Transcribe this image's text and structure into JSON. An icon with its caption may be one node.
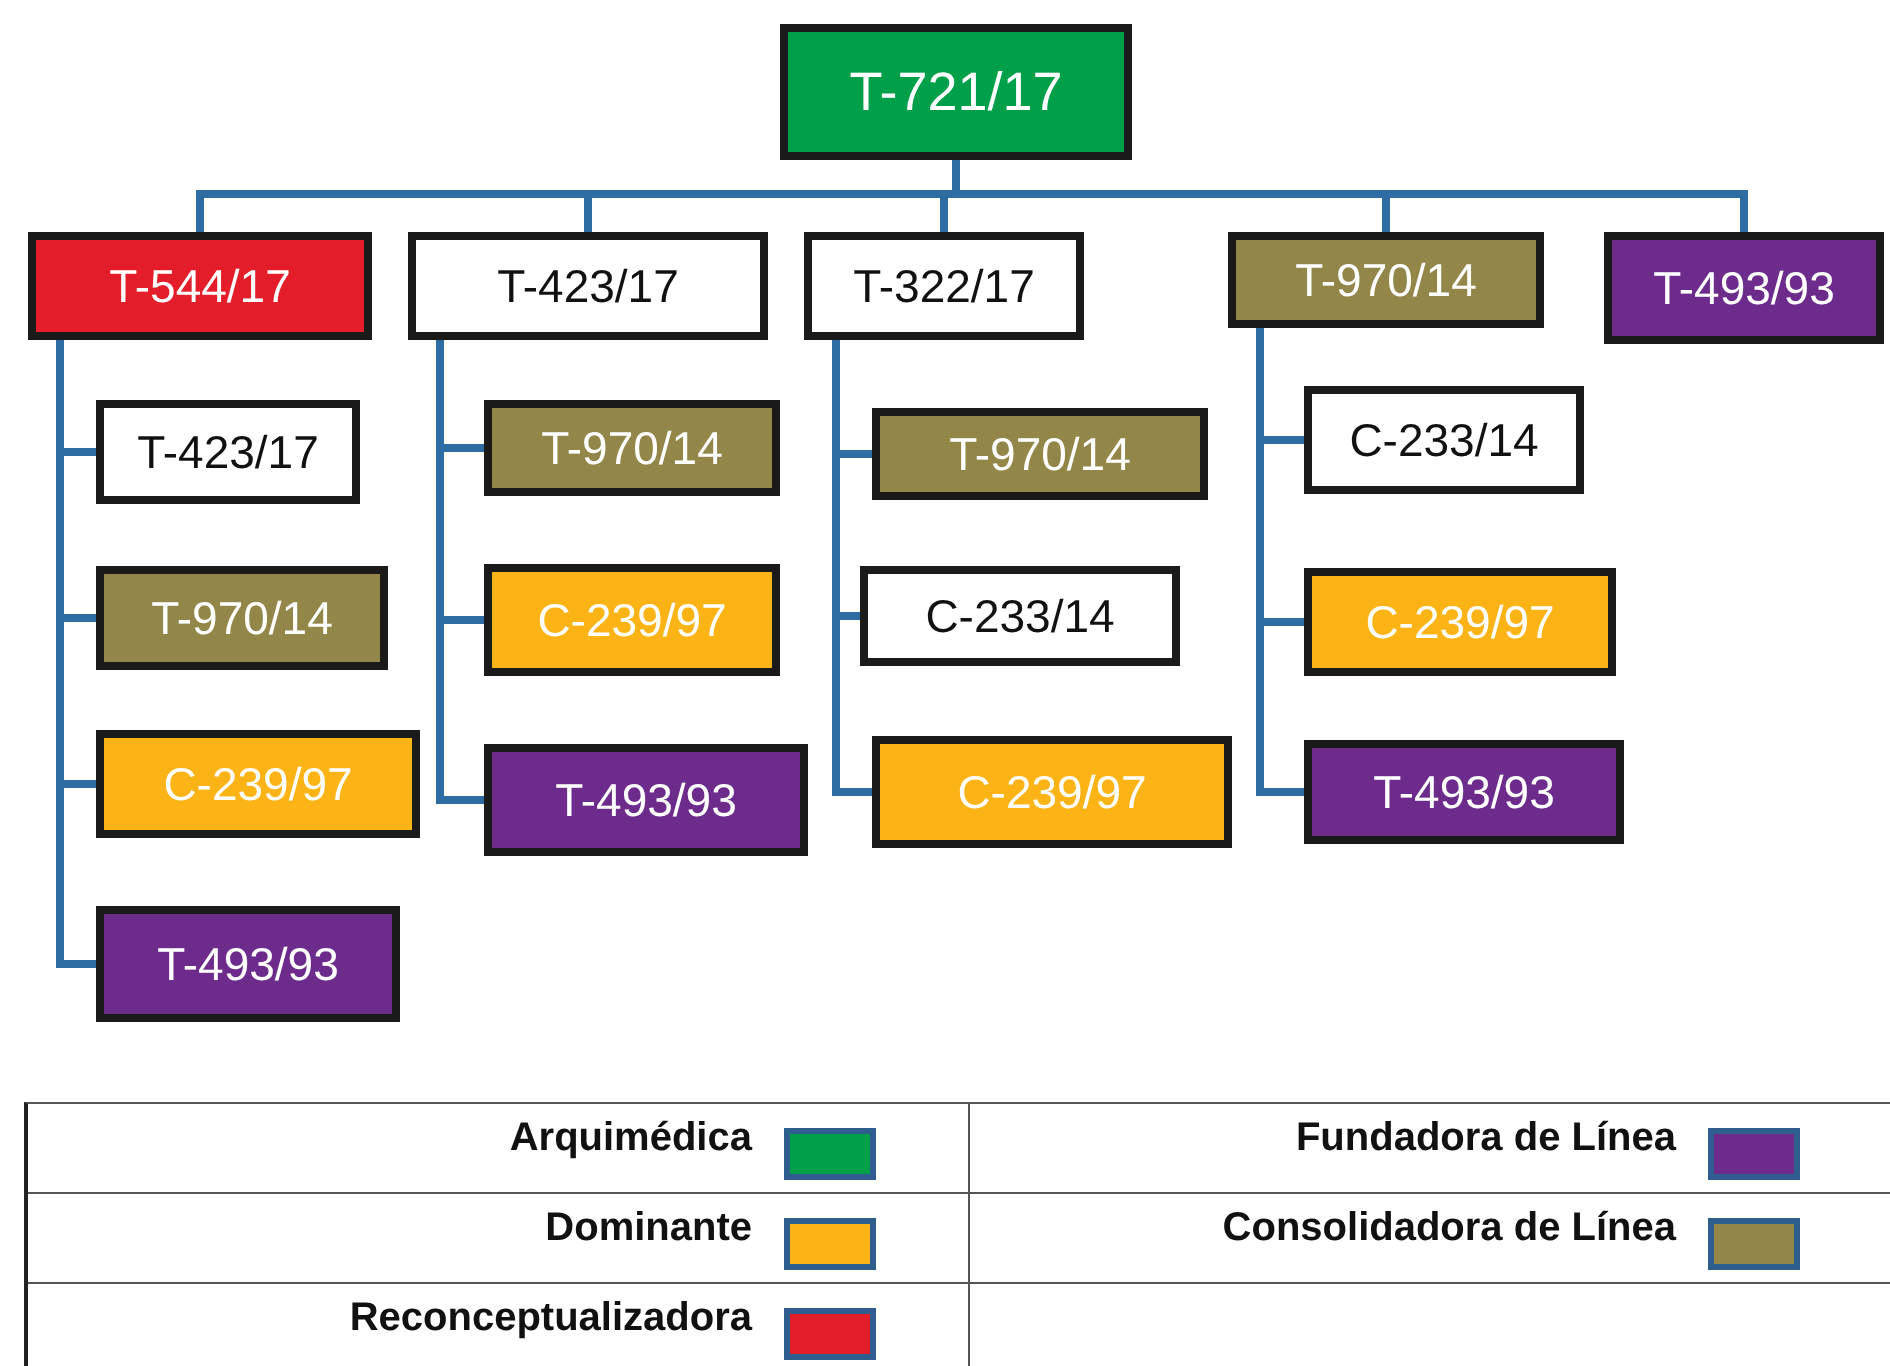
{
  "diagram": {
    "nodes": [
      {
        "text": [
          "T-721/17"
        ]
      },
      {
        "text": [
          "T-544/17"
        ]
      },
      {
        "text": [
          "T-423/17"
        ]
      },
      {
        "text": [
          "T-322/17"
        ]
      },
      {
        "text": [
          "T-970/14"
        ]
      },
      {
        "text": [
          "T-493/93"
        ]
      },
      {
        "text": [
          "T-423/17"
        ]
      },
      {
        "text": [
          "T-970/14"
        ]
      },
      {
        "text": [
          "C-239/97"
        ]
      },
      {
        "text": [
          "T-493/93"
        ]
      },
      {
        "text": [
          "T-970/14"
        ]
      },
      {
        "text": [
          "C-239/97"
        ]
      },
      {
        "text": [
          "T-493/93"
        ]
      },
      {
        "text": [
          "T-970/14"
        ]
      },
      {
        "text": [
          "C-233/14"
        ]
      },
      {
        "text": [
          "C-239/97"
        ]
      },
      {
        "text": [
          "C-233/14"
        ]
      },
      {
        "text": [
          "C-239/97"
        ]
      },
      {
        "text": [
          "T-493/93"
        ]
      }
    ],
    "edges": [
      {
        "from": 0,
        "to": 1,
        "arrow": "none"
      },
      {
        "from": 0,
        "to": 2,
        "arrow": "none"
      },
      {
        "from": 0,
        "to": 3,
        "arrow": "none"
      },
      {
        "from": 0,
        "to": 4,
        "arrow": "none"
      },
      {
        "from": 0,
        "to": 5,
        "arrow": "none"
      },
      {
        "from": 1,
        "to": 6,
        "arrow": "none"
      },
      {
        "from": 1,
        "to": 7,
        "arrow": "none"
      },
      {
        "from": 1,
        "to": 8,
        "arrow": "none"
      },
      {
        "from": 1,
        "to": 9,
        "arrow": "none"
      },
      {
        "from": 2,
        "to": 10,
        "arrow": "none"
      },
      {
        "from": 2,
        "to": 11,
        "arrow": "none"
      },
      {
        "from": 2,
        "to": 12,
        "arrow": "none"
      },
      {
        "from": 3,
        "to": 13,
        "arrow": "none"
      },
      {
        "from": 3,
        "to": 14,
        "arrow": "none"
      },
      {
        "from": 3,
        "to": 15,
        "arrow": "none"
      },
      {
        "from": 4,
        "to": 16,
        "arrow": "none"
      },
      {
        "from": 4,
        "to": 17,
        "arrow": "none"
      },
      {
        "from": 4,
        "to": 18,
        "arrow": "none"
      }
    ],
    "legend": [
      {
        "text": "Arquimédica",
        "color": "#00a04a"
      },
      {
        "text": "Fundadora de Línea",
        "color": "#6d2c8c"
      },
      {
        "text": "Dominante",
        "color": "#fcb315"
      },
      {
        "text": "Consolidadora de Línea",
        "color": "#938649"
      },
      {
        "text": "Reconceptualizadora",
        "color": "#e31e2a"
      }
    ]
  }
}
